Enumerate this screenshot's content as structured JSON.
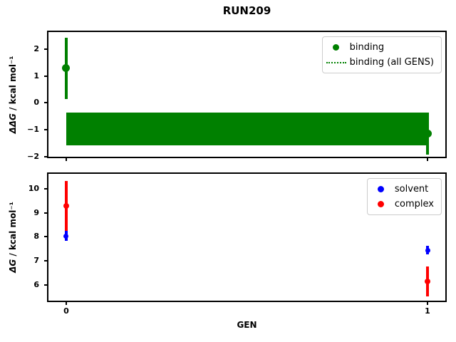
{
  "figure": {
    "title": "RUN209",
    "xlabel": "GEN",
    "background": "#ffffff"
  },
  "colors": {
    "binding": "#008000",
    "solvent": "#0000ff",
    "complex": "#ff0000",
    "axes": "#000000"
  },
  "chart_data": [
    {
      "type": "scatter",
      "panel": "top",
      "ylabel_math": "ΔΔG",
      "ylabel_rest": " / kcal mol⁻¹",
      "xlim": [
        -0.0493,
        1.0493
      ],
      "ylim": [
        -2.0,
        2.63
      ],
      "yticks": [
        2,
        1,
        0,
        -1,
        -2
      ],
      "ytick_labels": [
        "2",
        "1",
        "0",
        "−1",
        "−2"
      ],
      "xticks": [
        0,
        1
      ],
      "xtick_labels": [
        "0",
        "1"
      ],
      "show_xtick_labels": false,
      "grid": false,
      "legend": {
        "position": "upper right",
        "entries": [
          {
            "label": "binding",
            "marker": "dot",
            "color": "#008000"
          },
          {
            "label": "binding (all GENS)",
            "marker": "dotted-line",
            "color": "#008000"
          }
        ]
      },
      "series": [
        {
          "name": "binding",
          "color": "#008000",
          "marker": "o",
          "markersize": 11,
          "x": [
            0,
            1
          ],
          "y": [
            1.29,
            -1.14
          ],
          "yerr": [
            1.14,
            0.77
          ]
        }
      ],
      "band": {
        "label": "binding (all GENS)",
        "color": "#008000",
        "x_range": [
          0,
          1
        ],
        "y_center": -0.97,
        "y_halfwidth": 0.6
      }
    },
    {
      "type": "scatter",
      "panel": "bottom",
      "ylabel_math": "ΔG",
      "ylabel_rest": " / kcal mol⁻¹",
      "xlim": [
        -0.0493,
        1.0493
      ],
      "ylim": [
        5.35,
        10.62
      ],
      "yticks": [
        10,
        9,
        8,
        7,
        6
      ],
      "ytick_labels": [
        "10",
        "9",
        "8",
        "7",
        "6"
      ],
      "xticks": [
        0,
        1
      ],
      "xtick_labels": [
        "0",
        "1"
      ],
      "show_xtick_labels": true,
      "grid": false,
      "legend": {
        "position": "upper right",
        "entries": [
          {
            "label": "solvent",
            "marker": "dot",
            "color": "#0000ff"
          },
          {
            "label": "complex",
            "marker": "dot",
            "color": "#ff0000"
          }
        ]
      },
      "series": [
        {
          "name": "solvent",
          "color": "#0000ff",
          "marker": "o",
          "markersize": 7,
          "x": [
            0,
            1
          ],
          "y": [
            8.04,
            7.45
          ],
          "yerr": [
            0.21,
            0.19
          ]
        },
        {
          "name": "complex",
          "color": "#ff0000",
          "marker": "o",
          "markersize": 8,
          "x": [
            0,
            1
          ],
          "y": [
            9.28,
            6.14
          ],
          "yerr": [
            1.04,
            0.62
          ]
        }
      ]
    }
  ]
}
